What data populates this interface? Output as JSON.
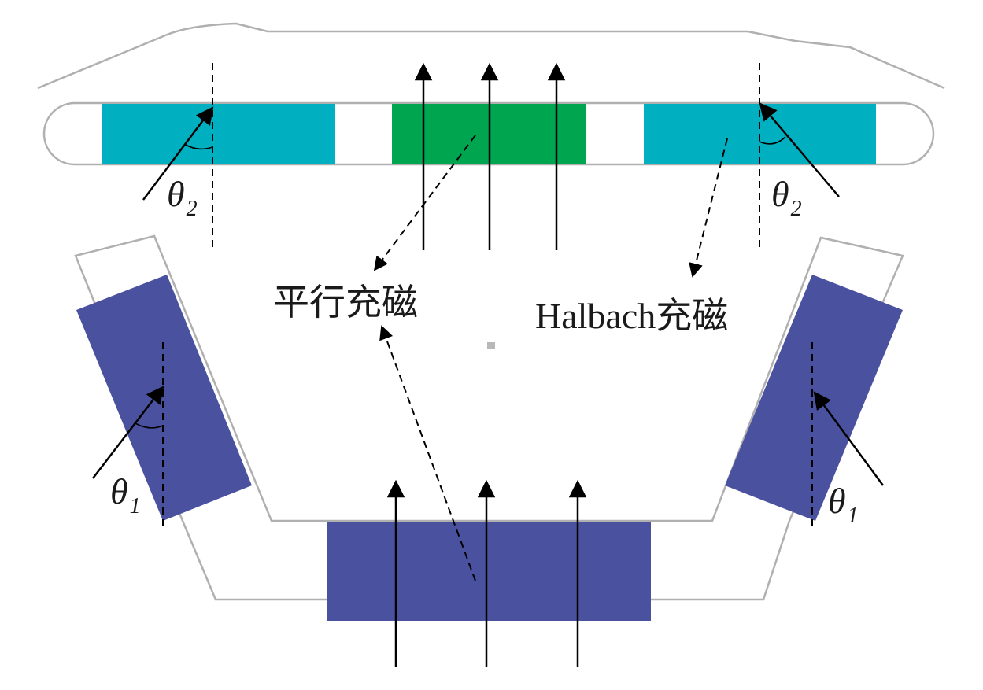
{
  "labels": {
    "parallel": "平行充磁",
    "halbach": "Halbach充磁"
  },
  "angles": {
    "theta1": {
      "symbol": "θ",
      "sub": "1"
    },
    "theta2": {
      "symbol": "θ",
      "sub": "2"
    }
  },
  "colors": {
    "side_magnet_top": "#00b0c0",
    "center_magnet_top": "#00a550",
    "bottom_magnets": "#4a52a0",
    "outline": "#b0b0b0",
    "arrow": "#000000"
  }
}
